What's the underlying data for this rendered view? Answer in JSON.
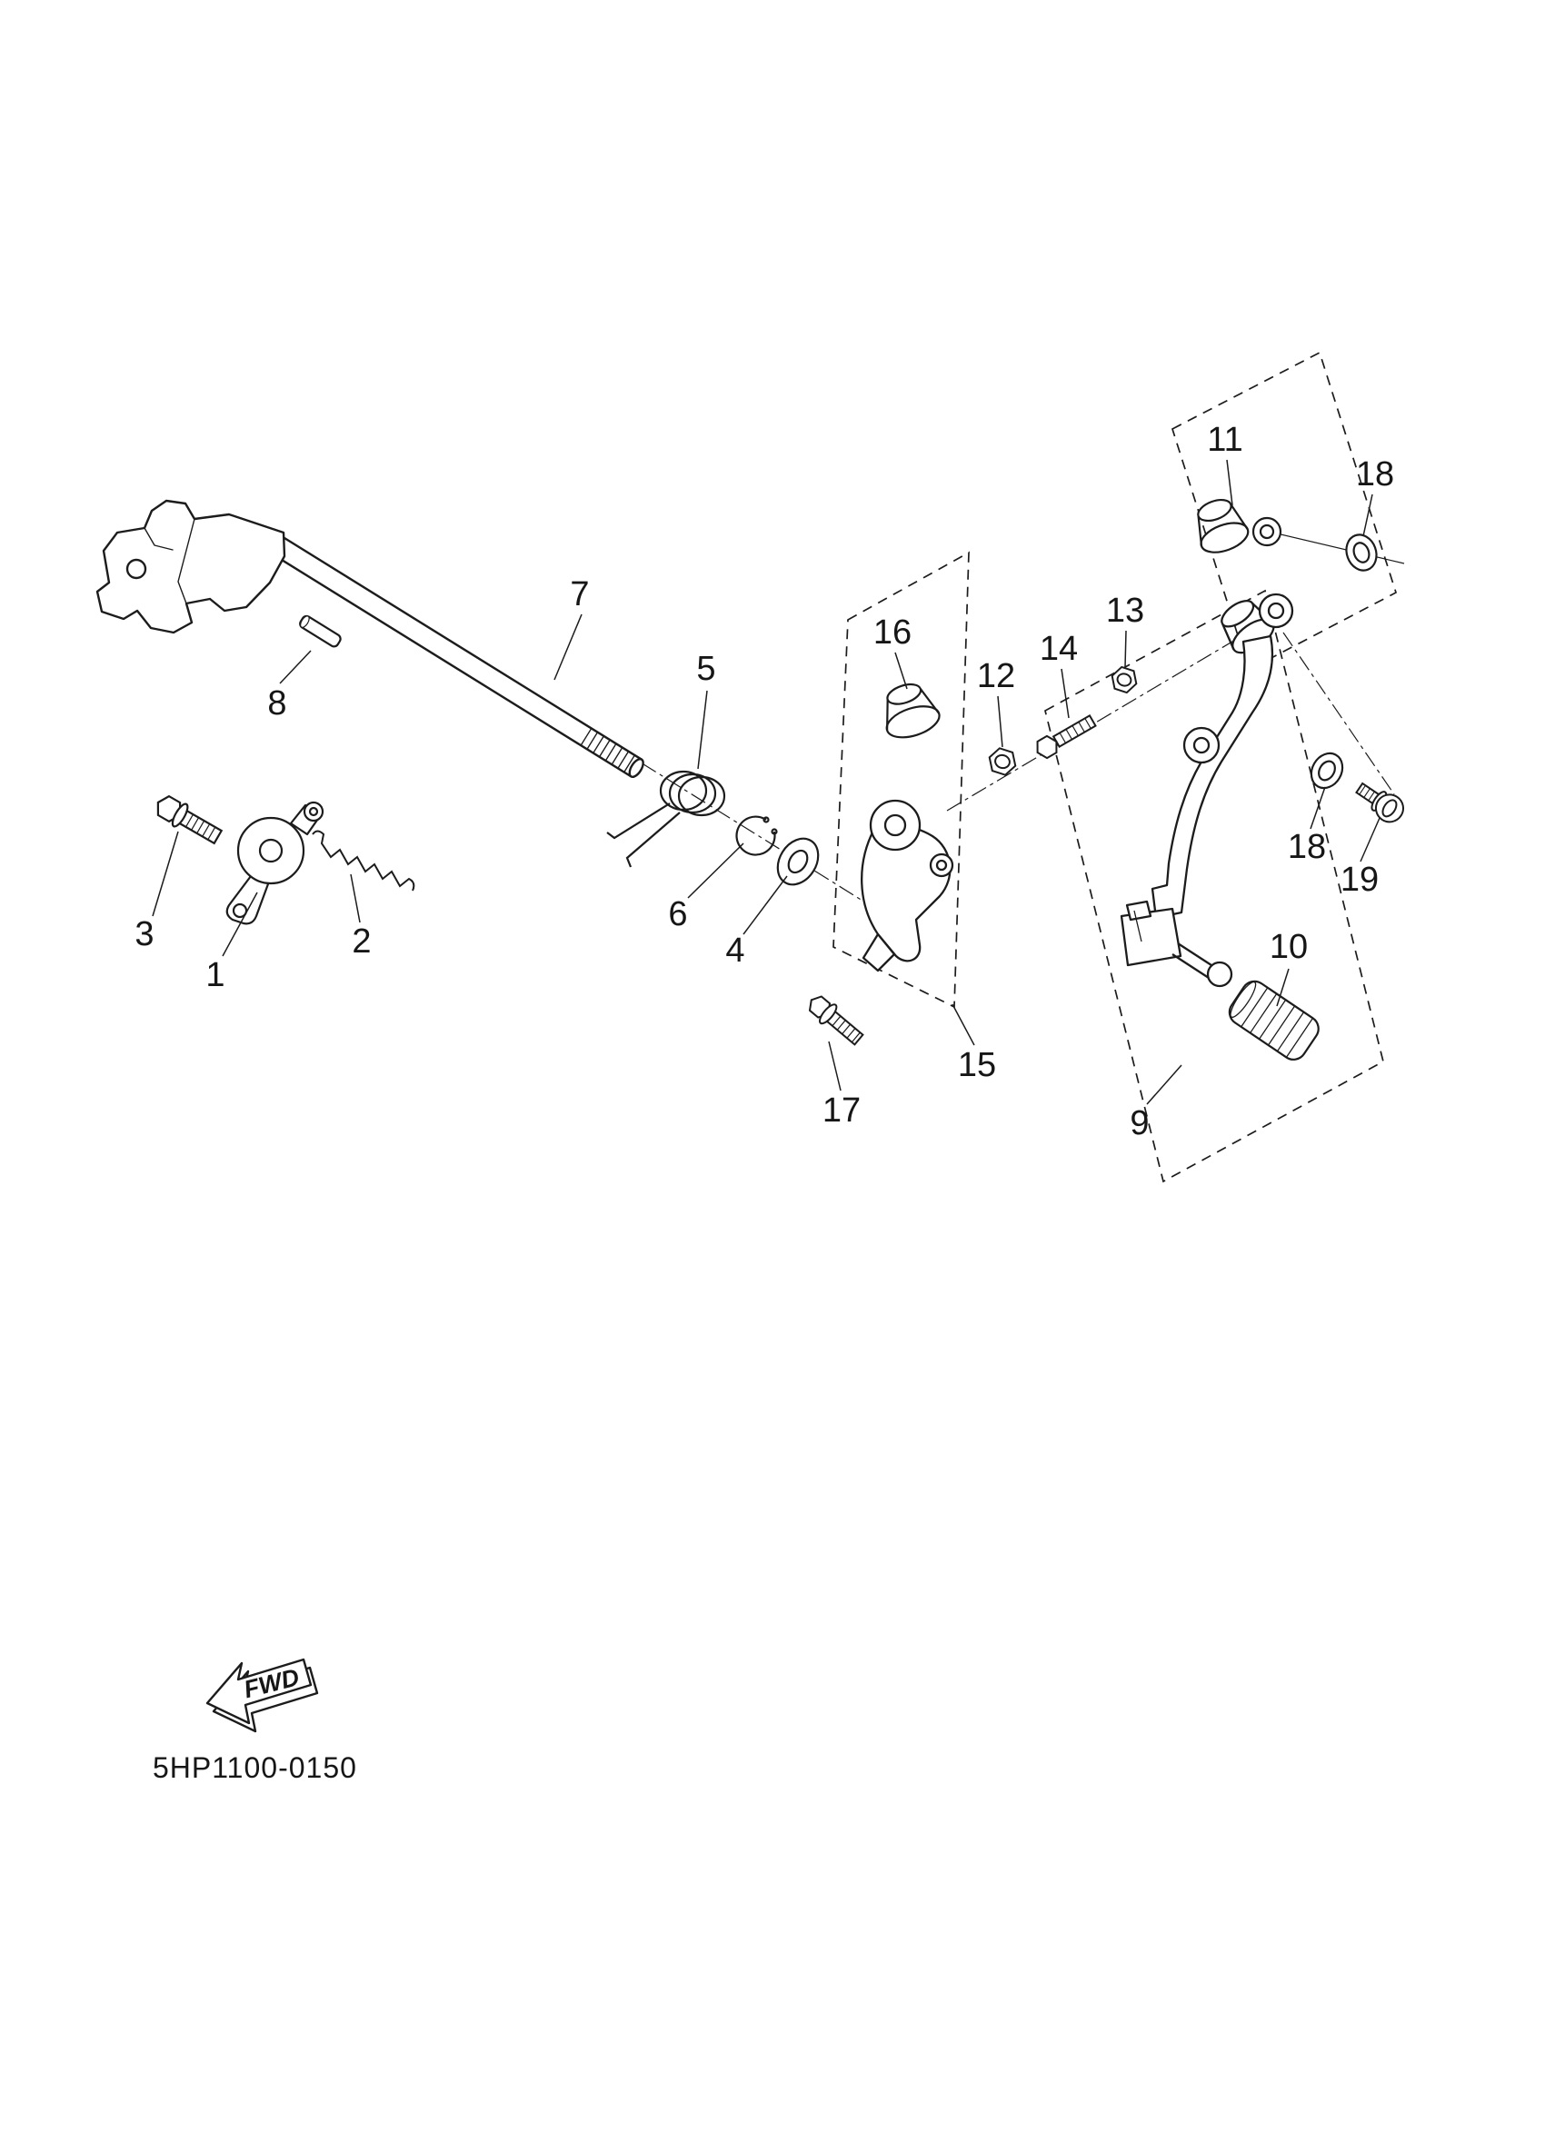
{
  "diagram": {
    "code": "5HP1100-0150",
    "fwd_label": "FWD",
    "callouts": [
      {
        "text": "1"
      },
      {
        "text": "2"
      },
      {
        "text": "3"
      },
      {
        "text": "4"
      },
      {
        "text": "5"
      },
      {
        "text": "6"
      },
      {
        "text": "7"
      },
      {
        "text": "8"
      },
      {
        "text": "9"
      },
      {
        "text": "10"
      },
      {
        "text": "11"
      },
      {
        "text": "12"
      },
      {
        "text": "13"
      },
      {
        "text": "14"
      },
      {
        "text": "15"
      },
      {
        "text": "16"
      },
      {
        "text": "17"
      },
      {
        "text": "18"
      },
      {
        "text": "18"
      },
      {
        "text": "19"
      }
    ]
  }
}
